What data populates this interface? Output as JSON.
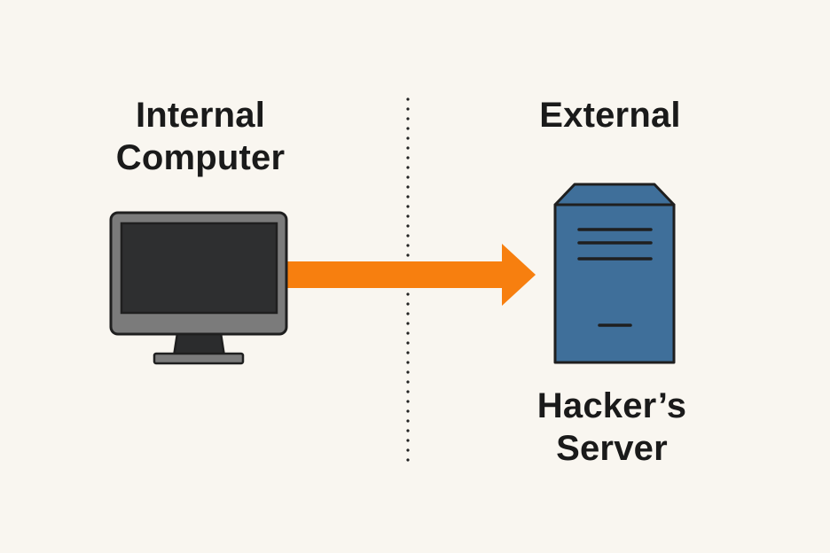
{
  "labels": {
    "internal_line1": "Internal",
    "internal_line2": "Computer",
    "external": "External",
    "server_line1": "Hacker’s",
    "server_line2": "Server"
  },
  "icons": {
    "source": "computer-monitor-icon",
    "destination": "server-tower-icon",
    "flow": "arrow-right-icon"
  },
  "colors": {
    "background": "#f9f6f0",
    "arrow": "#f77f0f",
    "server": "#3f6f9a",
    "monitor_frame": "#7b7b7b",
    "monitor_screen": "#2e2f30",
    "divider": "#222222"
  }
}
